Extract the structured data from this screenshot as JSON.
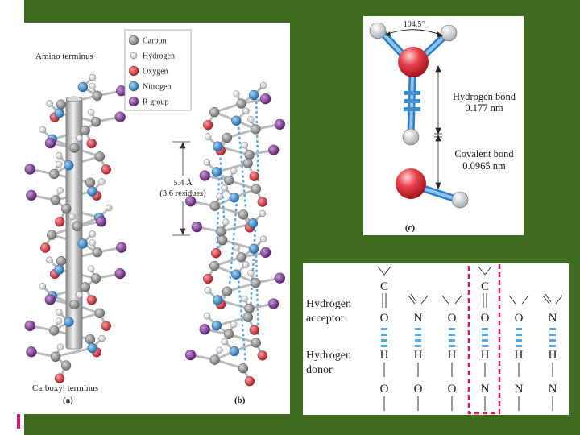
{
  "colors": {
    "slide_background": "#3e6b1e",
    "margin_bars": "#e0146e",
    "carbon": "#8e9092",
    "hydrogen": "#ffffff",
    "oxygen": "#e2333d",
    "nitrogen": "#3a8fd6",
    "r_group": "#8a3fa0",
    "hydrogen_bond_dash": "#5aa6e0",
    "highlight_box": "#e0146e"
  },
  "helix_figure": {
    "amino_terminus": "Amino terminus",
    "carboxyl_terminus": "Carboxyl terminus",
    "label_a": "(a)",
    "label_b": "(b)",
    "pitch_value": "5.4 Å",
    "pitch_residues": "(3.6 residues)",
    "legend": [
      {
        "label": "Carbon",
        "icon": "carbon-atom-icon"
      },
      {
        "label": "Hydrogen",
        "icon": "hydrogen-atom-icon"
      },
      {
        "label": "Oxygen",
        "icon": "oxygen-atom-icon"
      },
      {
        "label": "Nitrogen",
        "icon": "nitrogen-atom-icon"
      },
      {
        "label": "R group",
        "icon": "r-group-atom-icon"
      }
    ]
  },
  "water_figure": {
    "angle": "104.5°",
    "hbond_title": "Hydrogen bond",
    "hbond_length": "0.177 nm",
    "covalent_title": "Covalent bond",
    "covalent_length": "0.0965 nm",
    "label_c": "(c)"
  },
  "hbond_table": {
    "acceptor_line1": "Hydrogen",
    "acceptor_line2": "acceptor",
    "donor_line1": "Hydrogen",
    "donor_line2": "donor",
    "pairs": [
      {
        "acceptor_top": "C",
        "acceptor": "O",
        "donor_h": "H",
        "donor": "O"
      },
      {
        "acceptor_top": "",
        "acceptor": "N",
        "donor_h": "H",
        "donor": "O"
      },
      {
        "acceptor_top": "",
        "acceptor": "O",
        "donor_h": "H",
        "donor": "O"
      },
      {
        "acceptor_top": "C",
        "acceptor": "O",
        "donor_h": "H",
        "donor": "N"
      },
      {
        "acceptor_top": "",
        "acceptor": "O",
        "donor_h": "H",
        "donor": "N"
      },
      {
        "acceptor_top": "",
        "acceptor": "N",
        "donor_h": "H",
        "donor": "N"
      }
    ],
    "highlighted_column": 4
  }
}
